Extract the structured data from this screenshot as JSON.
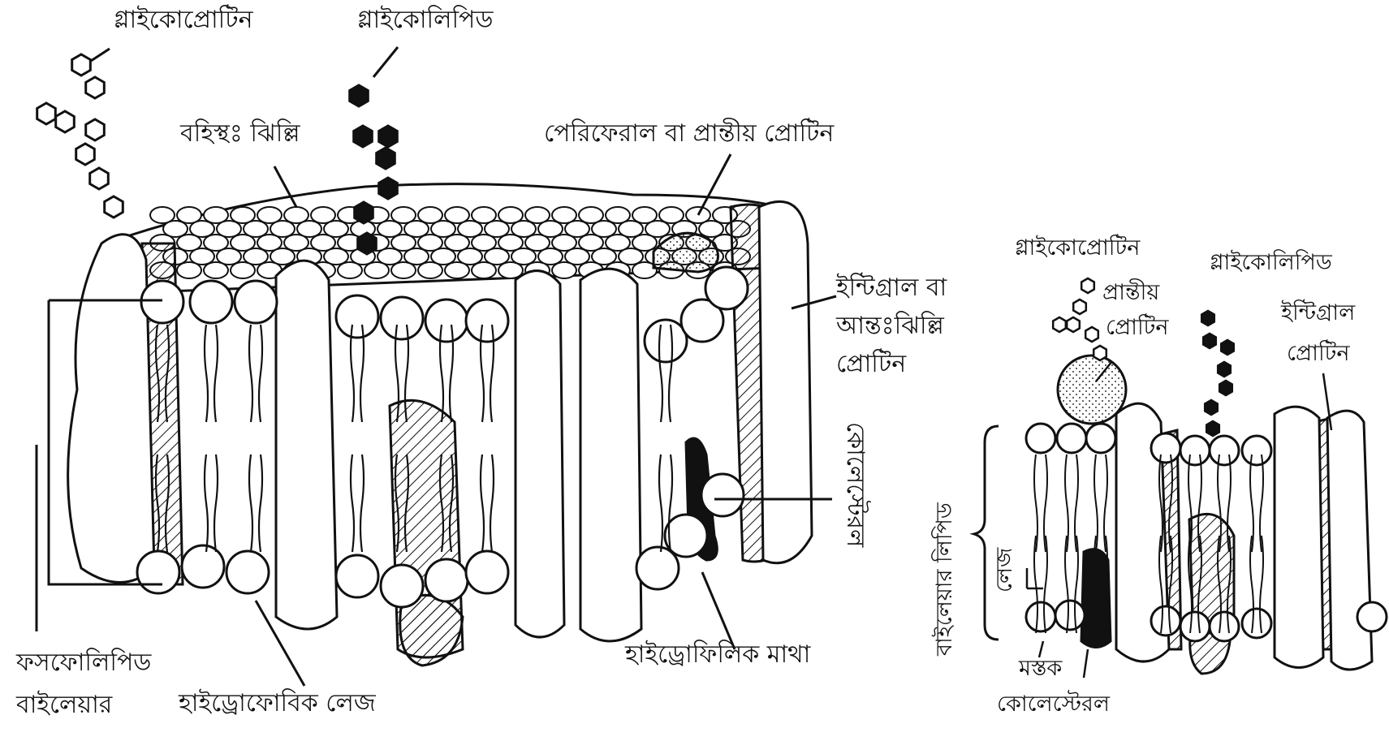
{
  "left_diagram": {
    "labels": {
      "glycoprotein": "গ্লাইকোপ্রোটিন",
      "glycolipid": "গ্লাইকোলিপিড",
      "outer_membrane": "বহিস্থঃ ঝিল্লি",
      "peripheral_protein": "পেরিফেরাল বা প্রান্তীয় প্রোটিন",
      "integral_protein_line1": "ইন্টিগ্রাল বা",
      "integral_protein_line2": "আন্তঃঝিল্লি",
      "integral_protein_line3": "প্রোটিন",
      "cholesterol": "কোলেস্টেরল",
      "hydrophilic_head": "হাইড্রোফিলিক মাথা",
      "phospholipid_line1": "ফসফোলিপিড",
      "phospholipid_line2": "বাইলেয়ার",
      "hydrophobic_tail": "হাইড্রোফোবিক লেজ"
    }
  },
  "right_diagram": {
    "labels": {
      "glycoprotein": "গ্লাইকোপ্রোটিন",
      "glycolipid": "গ্লাইকোলিপিড",
      "peripheral_line1": "প্রান্তীয়",
      "peripheral_line2": "প্রোটিন",
      "integral_line1": "ইন্টিগ্রাল",
      "integral_line2": "প্রোটিন",
      "bilayer_lipid": "বাইলেয়ার লিপিড",
      "tail": "লেজ",
      "head": "মস্তক",
      "cholesterol": "কোলেস্টেরল"
    }
  }
}
